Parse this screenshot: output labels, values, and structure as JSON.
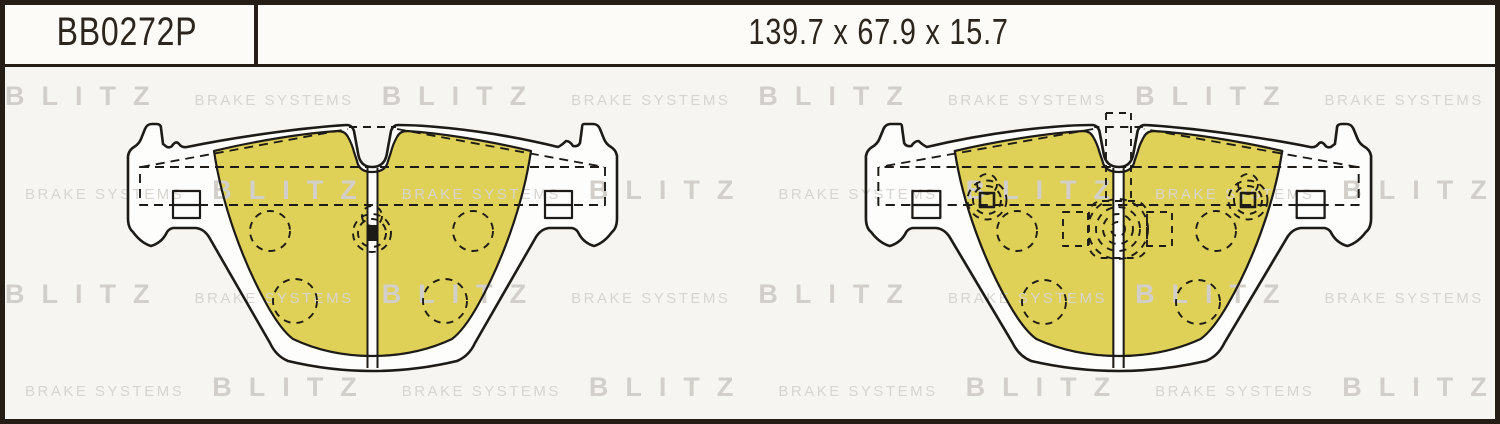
{
  "header": {
    "part_number": "BB0272P",
    "dimensions": "139.7 x 67.9 x 15.7"
  },
  "watermark": {
    "brand": "BLITZ",
    "tagline": "BRAKE SYSTEMS"
  },
  "colors": {
    "background": "#f7f5f1",
    "header_background": "#fcfbf8",
    "frame": "#241e16",
    "pad_yellow": "#dfd057",
    "line_art": "#1d1b17",
    "watermark_brand": "#d2cfca",
    "watermark_tagline": "#d8d5d1"
  }
}
